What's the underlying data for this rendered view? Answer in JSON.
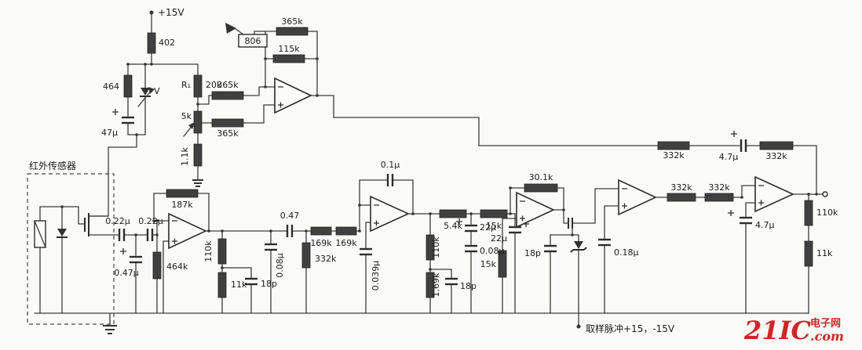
{
  "labels": {
    "vcc": "+15V",
    "r402": "402",
    "r464": "464",
    "zener_v": "V",
    "c47u": "47μ",
    "r_r1": "R₁",
    "r20k": "20k",
    "r5k": "5k",
    "r1k1": "1.1k",
    "r365k_fb": "365k",
    "box806": "806",
    "r115k": "115k",
    "r365k_in_top": "365k",
    "r365k_in_bot": "365k",
    "sensor_title": "红外传感器",
    "c022u_a": "0.22μ",
    "c022u_b": "0.22μ",
    "c047u": "0.47μ",
    "r187k": "187k",
    "r464k": "464k",
    "r110k_a": "110k",
    "r11k_a": "11k",
    "c18p_a": "18p",
    "c008u_a": "0.08μ",
    "c047": "0.47",
    "r332k_a": "332k",
    "r169k_a": "169k",
    "r169k_b": "169k",
    "c0039u": "0.039μ",
    "c01u": "0.1μ",
    "r110k_b": "110k",
    "r1k69": "1.69k",
    "c18p_b": "18p",
    "r5k4": "5.4k",
    "c22u_a": "22μ",
    "c008u_b": "0.08μ",
    "r15k_a": "15k",
    "c22u_b": "22μ",
    "r301k": "30.1k",
    "r15k_b": "15k",
    "c18p_c": "18p",
    "c018u": "0.18μ",
    "r332k_b": "332k",
    "c47u_top": "4.7μ",
    "r332k_c": "332k",
    "r332k_d": "332k",
    "r332k_e": "332k",
    "c47u_right": "4.7μ",
    "r110k_c": "110k",
    "r11k_b": "11k",
    "pulse": "取样脉冲+15，-15V"
  },
  "watermark": {
    "brand": "21IC",
    "site": "电子网",
    "domain": ".com"
  }
}
